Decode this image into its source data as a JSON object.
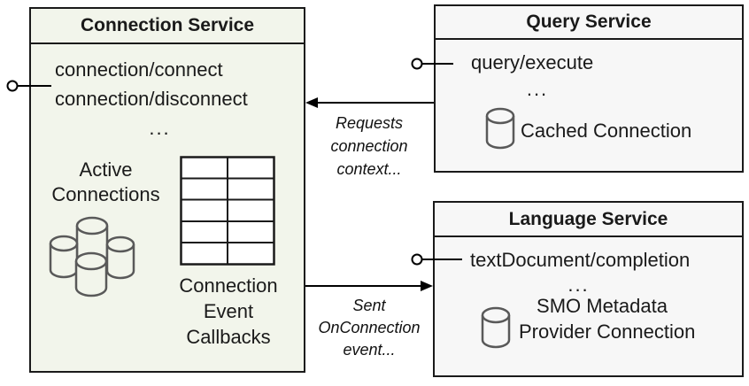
{
  "connection_service": {
    "title": "Connection Service",
    "methods": [
      "connection/connect",
      "connection/disconnect",
      "..."
    ],
    "active_connections": [
      "Active",
      "Connections"
    ],
    "callbacks": [
      "Connection",
      "Event",
      "Callbacks"
    ]
  },
  "query_service": {
    "title": "Query Service",
    "methods": [
      "query/execute",
      "..."
    ],
    "connection_label": "Cached Connection"
  },
  "language_service": {
    "title": "Language Service",
    "methods": [
      "textDocument/completion",
      "..."
    ],
    "connection_label": [
      "SMO Metadata",
      "Provider Connection"
    ]
  },
  "arrows": {
    "query_to_connection": [
      "Requests",
      "connection",
      "context..."
    ],
    "connection_to_language": [
      "Sent",
      "OnConnection",
      "event..."
    ]
  },
  "icons": {
    "active_connections": "database-cluster-icon",
    "callbacks_table": "table-grid-icon",
    "cached_connection": "database-icon",
    "smo_connection": "database-icon",
    "interface_ports": "lollipop-interface-icon"
  },
  "colors": {
    "connection_box_fill": "#f2f5eb",
    "service_box_fill": "#f7f7f7",
    "border": "#1a1a1a",
    "icon_stroke": "#595959",
    "arrow": "#000000"
  }
}
